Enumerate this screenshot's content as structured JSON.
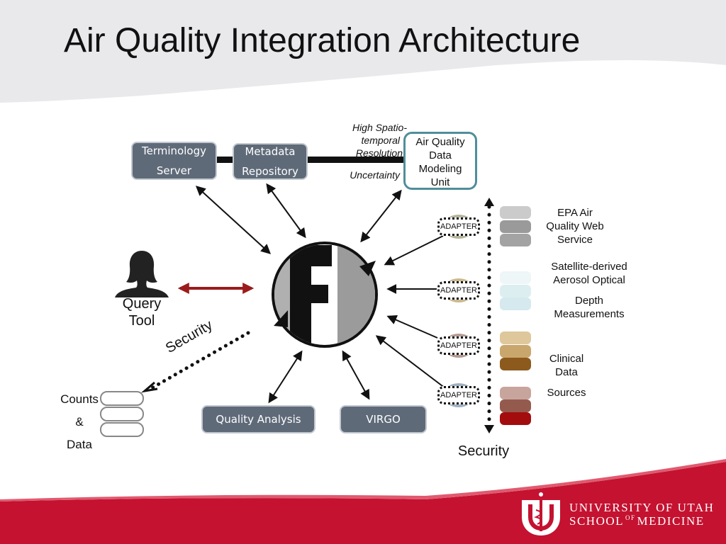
{
  "title": "Air Quality Integration Architecture",
  "boxes": {
    "terminology": [
      "Terminology",
      "Server"
    ],
    "metadata": [
      "Metadata",
      "Repository"
    ],
    "quality_analysis": "Quality Analysis",
    "virgo": "VIRGO"
  },
  "aq_unit": [
    "Air Quality",
    "Data",
    "Modeling",
    "Unit"
  ],
  "annotations": {
    "resolution": [
      "High Spatio-",
      "temporal",
      "Resolution"
    ],
    "uncertainty": "Uncertainty"
  },
  "query_tool": [
    "Query",
    "Tool"
  ],
  "security_diag": "Security",
  "security_vertical": "Security",
  "counts": [
    "Counts",
    "&",
    "Data"
  ],
  "adapter_label": "ADAPTER",
  "sources": {
    "epa": [
      "EPA Air",
      "Quality Web",
      "Service"
    ],
    "satellite": [
      "Satellite-derived",
      "Aerosol Optical"
    ],
    "depth": [
      "Depth",
      "Measurements"
    ],
    "clinical": [
      "Clinical",
      "Data"
    ],
    "sources_label": "Sources"
  },
  "footer": {
    "line1": "UNIVERSITY OF UTAH",
    "line2_pre": "SCHOOL",
    "line2_of": "OF",
    "line2_post": "MEDICINE"
  },
  "colors": {
    "footer_red": "#c41230",
    "arrow": "#111111",
    "query_arrow": "#9b1c1c",
    "aq_border": "#4f8e9a",
    "epa": [
      "#cbcbcb",
      "#9a9a9a",
      "#a3a3a3"
    ],
    "satellite": [
      "#eef6f7",
      "#ddeef1",
      "#d5e9ee"
    ],
    "clinical": [
      "#dfc79c",
      "#c9a66c",
      "#8c5a1c"
    ],
    "sources": [
      "#c7a59c",
      "#955a4e",
      "#a30d0d"
    ]
  },
  "icons": [
    "person-icon",
    "database-stack-icon",
    "university-logo-icon",
    "f-hub-icon"
  ]
}
